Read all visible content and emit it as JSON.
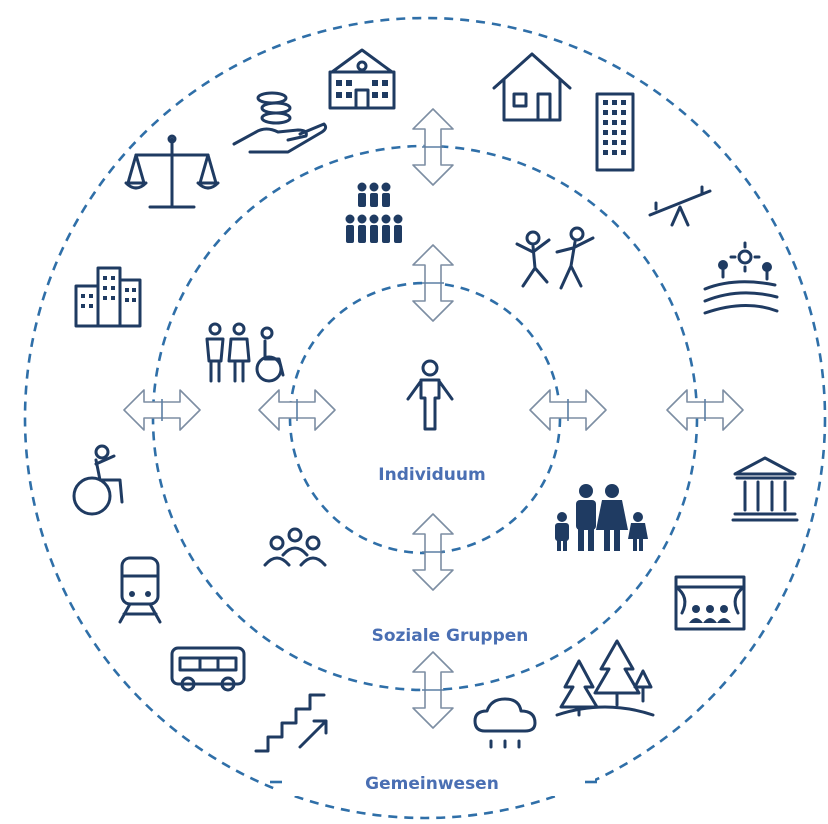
{
  "diagram": {
    "labels": {
      "inner": "Individuum",
      "middle": "Soziale Gruppen",
      "outer": "Gemeinwesen"
    },
    "colors": {
      "ring": "#2f6fa8",
      "label": "#4a6fb3",
      "icon": "#1f3b62",
      "arrow": "#7d8ea3"
    },
    "icons": [
      "person-icon",
      "family-icon",
      "group-icon",
      "crowd-icon",
      "dancing-people-icon",
      "people-with-wheelchair-icon",
      "school-building-icon",
      "house-icon",
      "apartment-tower-icon",
      "seesaw-icon",
      "fields-sun-icon",
      "museum-icon",
      "theater-stage-icon",
      "forest-icon",
      "rain-cloud-icon",
      "stairs-arrow-icon",
      "bus-icon",
      "train-icon",
      "wheelchair-athlete-icon",
      "office-buildings-icon",
      "scales-justice-icon",
      "hand-coins-icon"
    ]
  }
}
